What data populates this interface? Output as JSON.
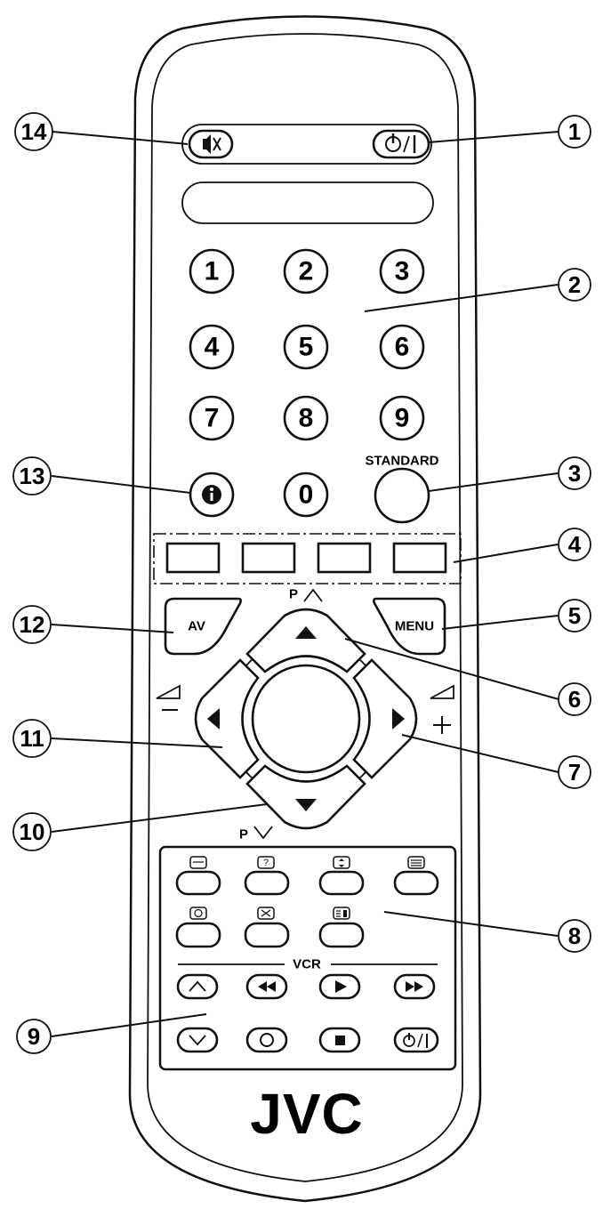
{
  "number_buttons": [
    "1",
    "2",
    "3",
    "4",
    "5",
    "6",
    "7",
    "8",
    "9",
    "0"
  ],
  "standard_label": "STANDARD",
  "av_label": "AV",
  "menu_label": "MENU",
  "p_up_label": "P",
  "p_down_label": "P",
  "vcr_label": "VCR",
  "brand": "JVC",
  "callouts": [
    "1",
    "2",
    "3",
    "4",
    "5",
    "6",
    "7",
    "8",
    "9",
    "10",
    "11",
    "12",
    "13",
    "14"
  ],
  "icons": {
    "mute": "mute-icon",
    "power": "power-icon",
    "info": "info-icon",
    "teletext": [
      "teletext-size-icon",
      "teletext-reveal-icon",
      "teletext-hold-icon",
      "teletext-text-icon",
      "teletext-clock-icon",
      "teletext-cancel-icon",
      "teletext-index-icon"
    ],
    "vcr": [
      "vcr-channel-up-icon",
      "vcr-rewind-icon",
      "vcr-play-icon",
      "vcr-fast-forward-icon",
      "vcr-channel-down-icon",
      "vcr-record-icon",
      "vcr-stop-icon",
      "vcr-power-icon"
    ]
  }
}
